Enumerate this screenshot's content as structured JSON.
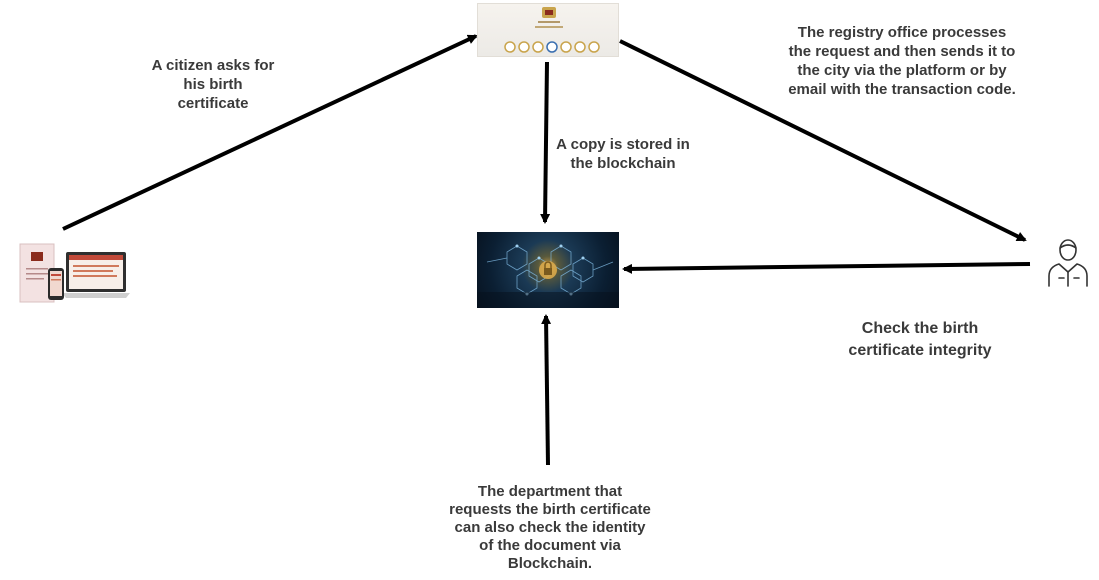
{
  "labels": {
    "citizen_request": "A citizen asks for\nhis birth\ncertificate",
    "blockchain_copy": "A copy is stored in\nthe blockchain",
    "registry_process": "The registry office processes\nthe request and then sends it to\nthe city via the platform or by\nemail with the transaction code.",
    "integrity_check": "Check the birth\ncertificate integrity",
    "department_check": "The department that\nrequests the birth certificate\ncan also check the identity\nof the document via\nBlockchain."
  },
  "nodes": [
    {
      "id": "citizen",
      "icon": "citizen-devices-icon"
    },
    {
      "id": "registry",
      "icon": "registry-platform-icon"
    },
    {
      "id": "blockchain",
      "icon": "blockchain-icon"
    },
    {
      "id": "agent",
      "icon": "agent-person-icon"
    }
  ],
  "edges": [
    {
      "from": "citizen",
      "to": "registry"
    },
    {
      "from": "registry",
      "to": "blockchain"
    },
    {
      "from": "registry",
      "to": "agent"
    },
    {
      "from": "agent",
      "to": "blockchain"
    },
    {
      "from": "department",
      "to": "blockchain"
    }
  ],
  "colors": {
    "arrow": "#000000",
    "text": "#3a3a3a",
    "accent_gold": "#c9a44c",
    "blockchain_dark": "#0b1f33"
  }
}
